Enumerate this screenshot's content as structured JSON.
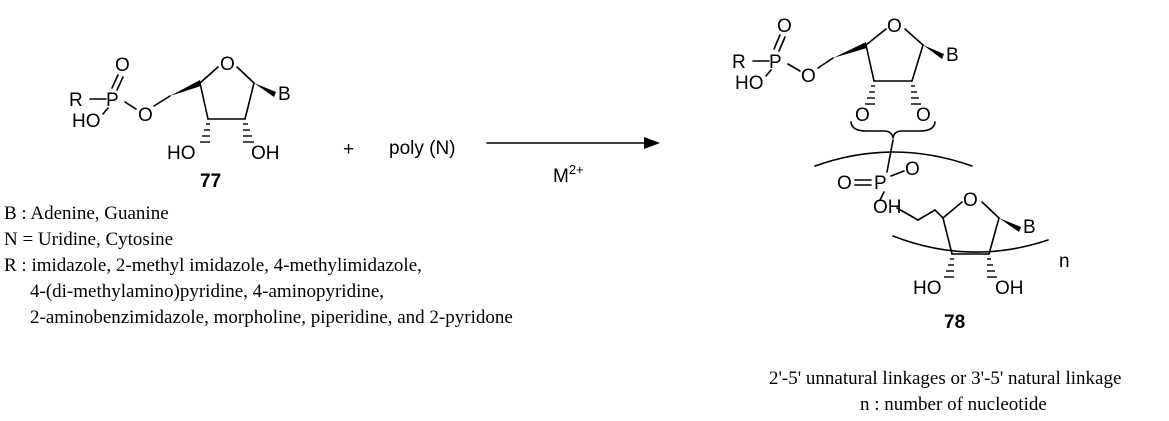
{
  "compound_77": {
    "number": "77",
    "atoms": {
      "R": "R",
      "P": "P",
      "O_dbl": "O",
      "HO_P": "HO",
      "O_link": "O",
      "O_ring": "O",
      "B": "B",
      "HO_3": "HO",
      "OH_2": "OH"
    }
  },
  "reaction": {
    "plus": "+",
    "reagent": "poly (N)",
    "condition_base": "M",
    "condition_sup": "2+"
  },
  "compound_78": {
    "number": "78",
    "atoms": {
      "R": "R",
      "P": "P",
      "O_dbl": "O",
      "HO_P": "HO",
      "O_link": "O",
      "O_ring1": "O",
      "B1": "B",
      "O_3": "O",
      "O_2": "O",
      "O_bridge_dbl": "O",
      "P_bridge": "P",
      "O_bridge": "O",
      "OH_bridge": "OH",
      "O_ring2": "O",
      "B2": "B",
      "n": "n",
      "HO_b": "HO",
      "OH_b": "OH"
    }
  },
  "legend": {
    "B": "B : Adenine, Guanine",
    "N": "N = Uridine, Cytosine",
    "R_line1": "R : imidazole, 2-methyl imidazole, 4-methylimidazole,",
    "R_line2": "4-(di-methylamino)pyridine, 4-aminopyridine,",
    "R_line3": "2-aminobenzimidazole, morpholine, piperidine, and 2-pyridone"
  },
  "footnote": {
    "line1": "2'-5' unnatural linkages or 3'-5' natural linkage",
    "line2": "n : number of nucleotide"
  }
}
